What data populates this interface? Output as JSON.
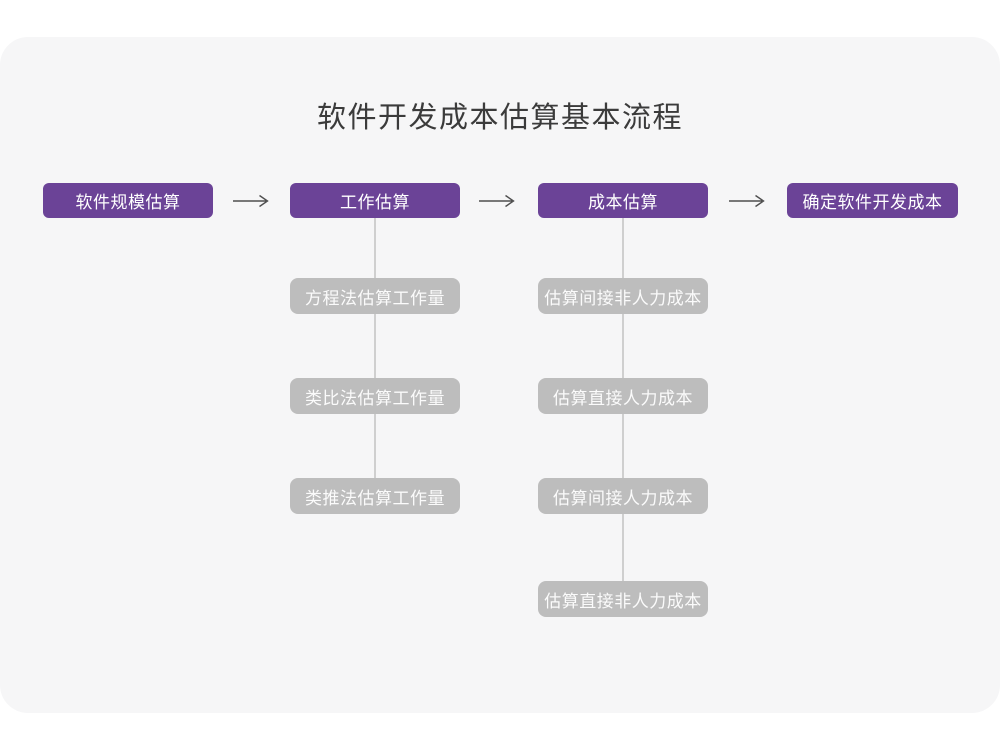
{
  "title": "软件开发成本估算基本流程",
  "colors": {
    "accent_purple": "#6B4397",
    "node_gray": "#BDBDBD",
    "card_background": "#F6F6F7",
    "connector_gray": "#CFCFCF",
    "arrow_dark": "#4F4F4F",
    "title_text": "#3B3B3B"
  },
  "flow": {
    "main_steps": [
      {
        "label": "软件规模估算",
        "children": []
      },
      {
        "label": "工作估算",
        "children": [
          "方程法估算工作量",
          "类比法估算工作量",
          "类推法估算工作量"
        ]
      },
      {
        "label": "成本估算",
        "children": [
          "估算间接非人力成本",
          "估算直接人力成本",
          "估算间接人力成本",
          "估算直接非人力成本"
        ]
      },
      {
        "label": "确定软件开发成本",
        "children": []
      }
    ]
  }
}
